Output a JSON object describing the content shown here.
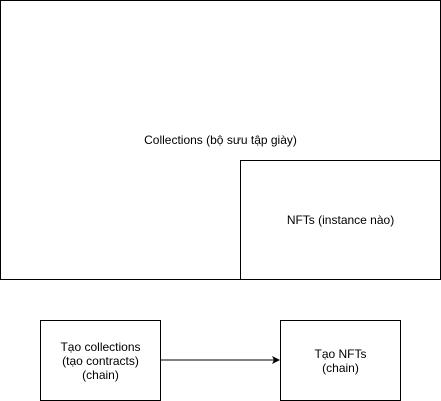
{
  "diagram": {
    "collections_box": {
      "label": "Collections (bộ sưu tập giày)"
    },
    "nfts_box": {
      "label": "NFTs (instance nào)"
    },
    "create_collections_box": {
      "lines": [
        "Tạo collections",
        "(tạo contracts)",
        "(chain)"
      ]
    },
    "create_nfts_box": {
      "lines": [
        "Tạo NFTs",
        "(chain)"
      ]
    },
    "edge": {
      "from": "Tạo collections",
      "to": "Tạo NFTs",
      "label": ""
    },
    "colors": {
      "stroke": "#000000",
      "fill": "#ffffff",
      "text": "#000000"
    }
  }
}
